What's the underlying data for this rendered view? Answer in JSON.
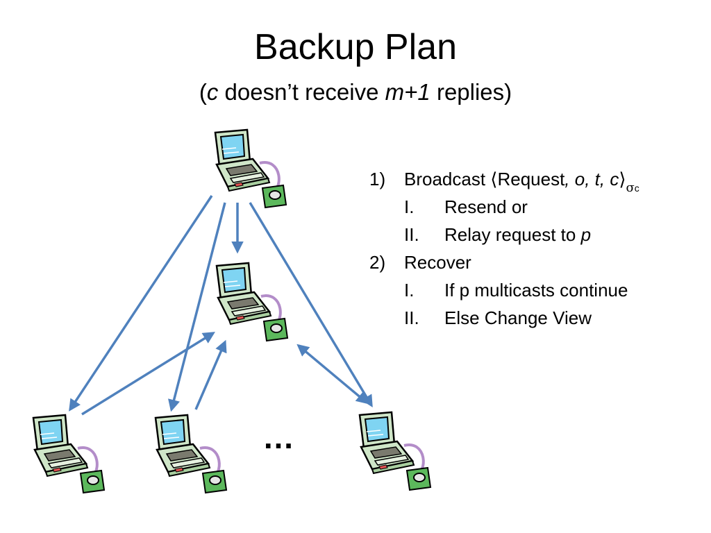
{
  "title": "Backup Plan",
  "subtitle": {
    "open": "(",
    "c": "c",
    "mid": " doesn’t receive ",
    "m1": "m+1",
    "close": " replies)"
  },
  "ellipsis": "…",
  "steps": [
    {
      "num": "1)",
      "text": "Broadcast ⟨Request, o, t, c⟩σc",
      "parts": {
        "pre": "Broadcast ",
        "langle": "⟨",
        "request": "Request",
        "italic_args": ", o, t, c",
        "rangle": "⟩",
        "sigma": "σ",
        "sigma_sub": "c"
      },
      "sub": [
        {
          "num": "I.",
          "text": "Resend or"
        },
        {
          "num": "II.",
          "text": "Relay request to p",
          "text_pre": "Relay request to ",
          "text_it": "p"
        }
      ]
    },
    {
      "num": "2)",
      "text": "Recover",
      "sub": [
        {
          "num": "I.",
          "text": "If p multicasts continue"
        },
        {
          "num": "II.",
          "text": "Else Change View"
        }
      ]
    }
  ],
  "colors": {
    "arrow": "#4F81BD",
    "screen": "#7FD4F2",
    "body": "#CFE6C8",
    "pad": "#5CB85C",
    "cable": "#B38DC9"
  },
  "icons": [
    "laptop-icon-client",
    "laptop-icon-primary",
    "laptop-icon-replica",
    "laptop-icon-replica",
    "laptop-icon-replica"
  ]
}
